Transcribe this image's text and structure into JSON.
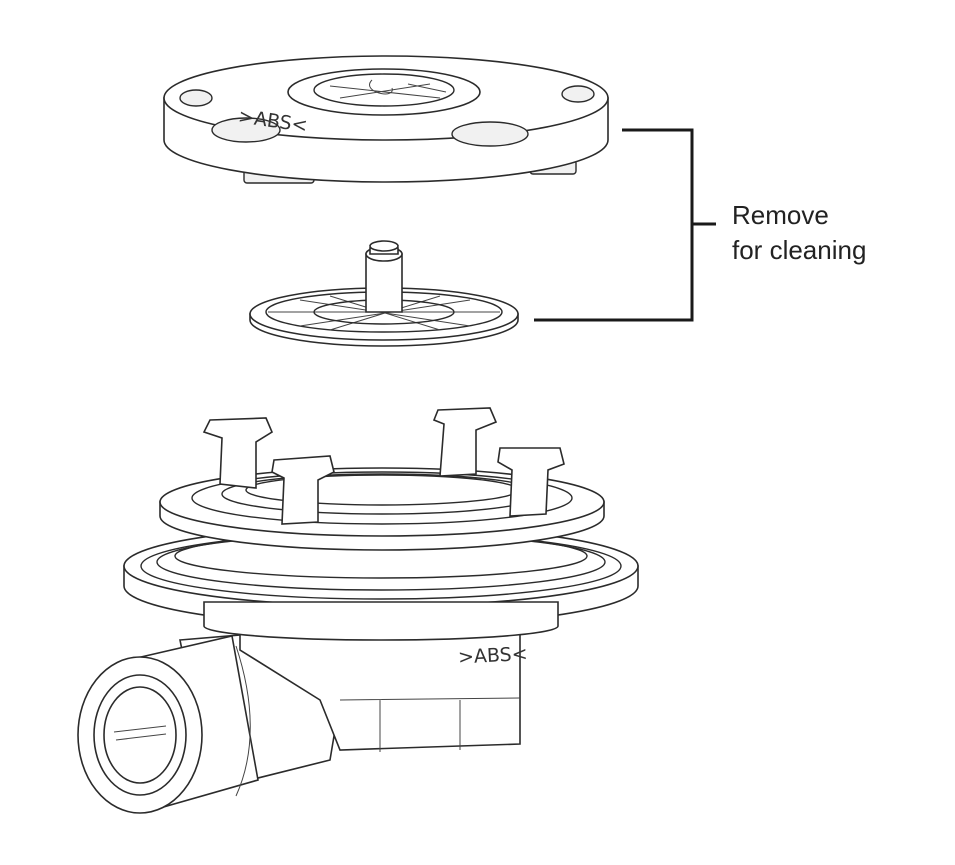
{
  "callout": {
    "line1": "Remove",
    "line2": "for cleaning"
  },
  "body_marking": ">ABS<",
  "cover_marking": ">ABS<",
  "colors": {
    "line": "#2b2b2b",
    "background": "#ffffff",
    "bracket": "#1a1a1a"
  }
}
